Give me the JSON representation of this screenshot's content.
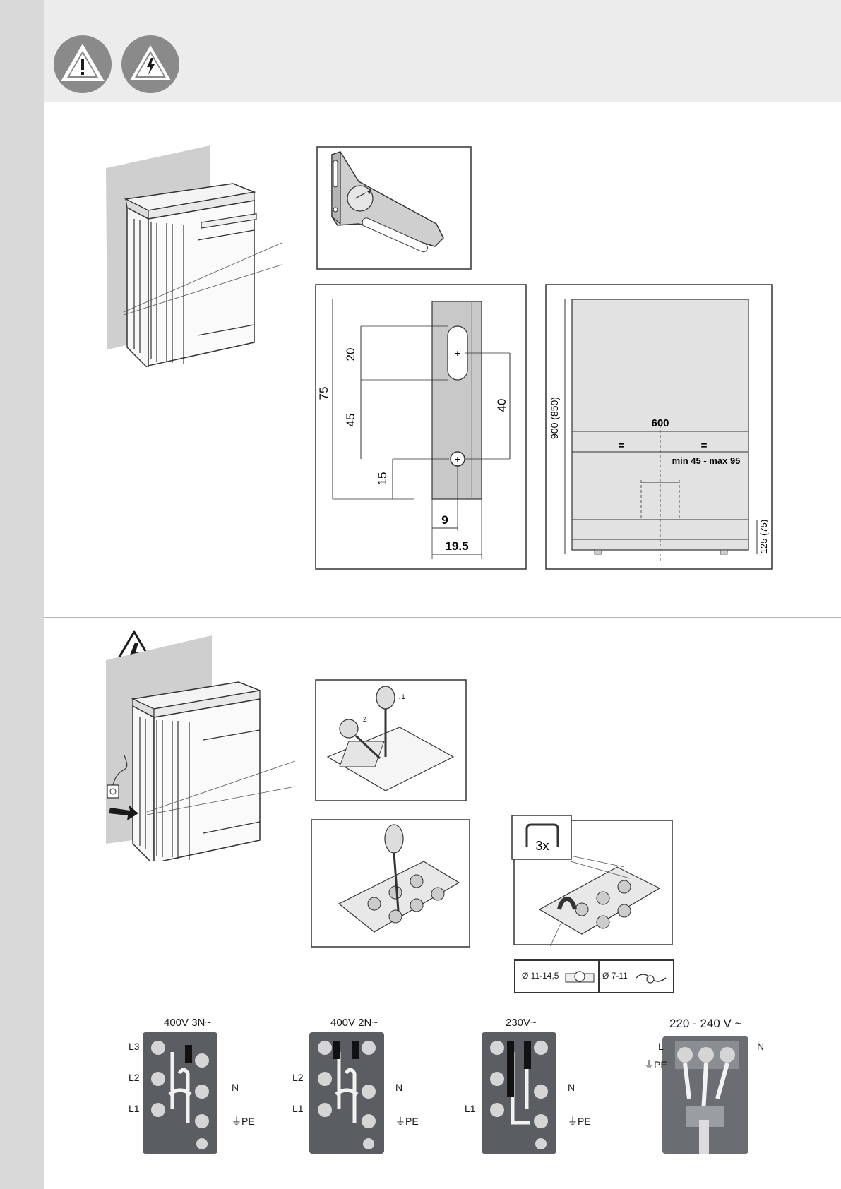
{
  "icons": {
    "caution": "exclamation-triangle-icon",
    "electric": "high-voltage-icon"
  },
  "bracket_dims": {
    "total_height": "75",
    "slot_height": "20",
    "slot_to_hole": "45",
    "hole_from_bottom": "15",
    "slot_to_hole_center": "40",
    "hole_offset": "9",
    "bracket_width": "19.5"
  },
  "placement_dims": {
    "height": "900 (850)",
    "width": "600",
    "equal_left": "=",
    "equal_right": "=",
    "range": "min 45 - max 95",
    "plinth": "125 (75)"
  },
  "clamp": {
    "count_label": "3x",
    "cable_large": "Ø 11-14,5",
    "cable_small": "Ø 7-11"
  },
  "terminals": [
    {
      "title": "400V 3N~",
      "labels": [
        "L3",
        "L2",
        "L1",
        "N",
        "PE"
      ]
    },
    {
      "title": "400V 2N~",
      "labels": [
        "L2",
        "L1",
        "N",
        "PE"
      ]
    },
    {
      "title": "230V~",
      "labels": [
        "L1",
        "N",
        "PE"
      ]
    },
    {
      "title": "220 - 240 V ~",
      "labels": [
        "L",
        "PE",
        "N"
      ]
    }
  ],
  "colors": {
    "sidebar": "#d9d9d9",
    "header": "#ececec",
    "warning_badge": "#8a8a8a",
    "terminal_block": "#5a5d62"
  }
}
